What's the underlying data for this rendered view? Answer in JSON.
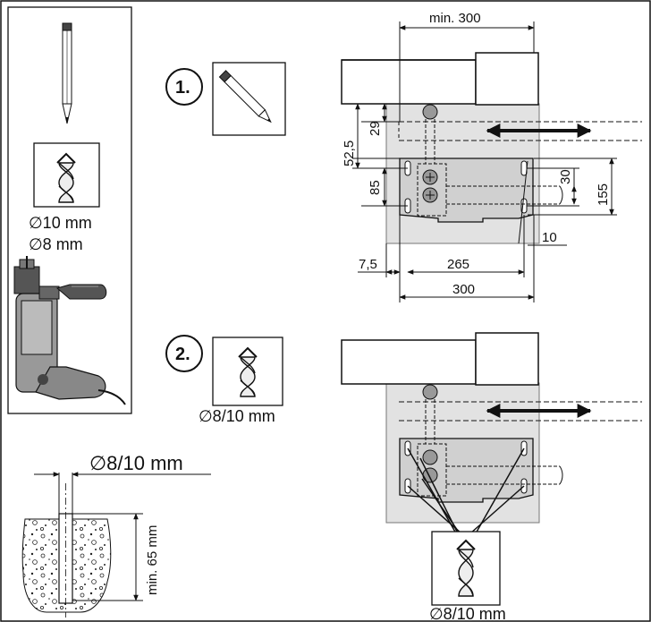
{
  "tools": {
    "drill_bit_sizes": [
      "∅10 mm",
      "∅8 mm"
    ]
  },
  "steps": [
    {
      "number": "1.",
      "tool": "pencil-icon"
    },
    {
      "number": "2.",
      "tool": "drill-bit-icon",
      "caption": "∅8/10 mm"
    }
  ],
  "step1_dimensions": {
    "min_width": "min. 300",
    "d_29": "29",
    "d_52_5": "52,5",
    "d_85": "85",
    "d_30": "30",
    "d_155": "155",
    "d_10": "10",
    "d_7_5": "7,5",
    "d_265": "265",
    "d_300": "300"
  },
  "hole_detail": {
    "diameter": "∅8/10 mm",
    "depth": "min. 65 mm"
  },
  "step2_drill_caption": "∅8/10 mm"
}
